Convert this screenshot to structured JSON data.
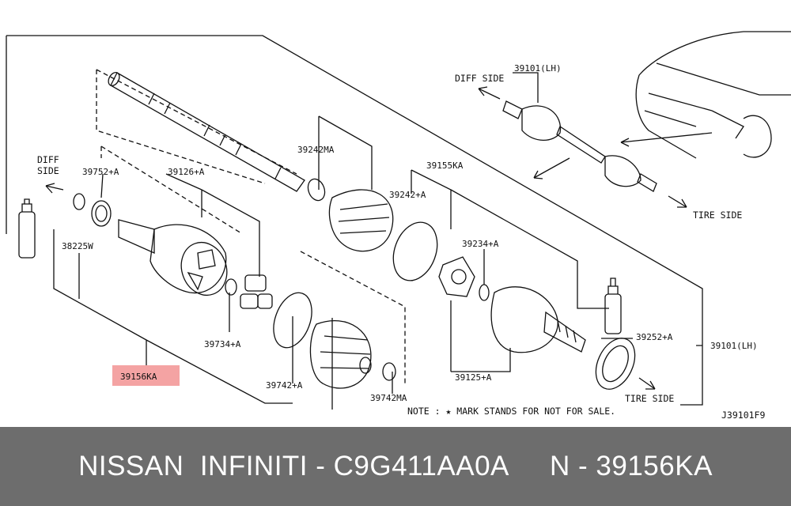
{
  "labels": {
    "p39101_lh_top": "39101(LH)",
    "p39242ma": "39242MA",
    "p39155ka": "39155KA",
    "p39752": "39752+A",
    "p39126": "39126+A",
    "p39242": "39242+A",
    "p38225w": "38225W",
    "p39234": "39234+A",
    "p39734": "39734+A",
    "p39156ka": "39156KA",
    "p39252": "39252+A",
    "p39101_lh_right": "39101(LH)",
    "p39742": "39742+A",
    "p39742ma": "39742MA",
    "p39125": "39125+A"
  },
  "sides": {
    "diff_top_line1": "DIFF SIDE",
    "diff_left_line1": "DIFF",
    "diff_left_line2": "SIDE",
    "tire_top": "TIRE SIDE",
    "tire_bottom": "TIRE SIDE"
  },
  "note": "NOTE : ★ MARK STANDS FOR NOT FOR SALE.",
  "diagram_code": "J39101F9",
  "footer": {
    "brand": "NISSAN  INFINITI - C9G411AA0A",
    "part": "N - 39156KA"
  },
  "colors": {
    "highlight": "#f4a3a3",
    "footer_bg": "#6d6d6d"
  }
}
